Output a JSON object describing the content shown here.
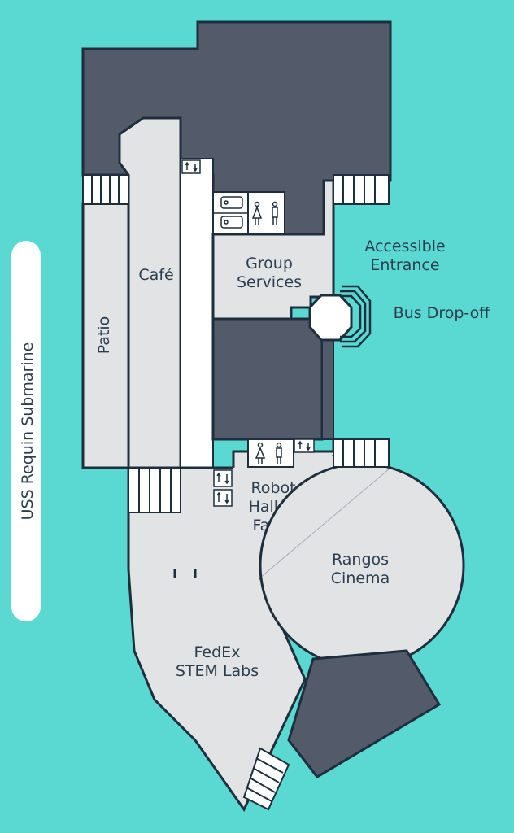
{
  "colors": {
    "water": "#5ad8d2",
    "building_dark": "#535b6a",
    "floor_light": "#e2e3e5",
    "corridor_white": "#ffffff",
    "outline": "#1f2e3d",
    "text": "#2b3e50",
    "submarine": "#ffffff"
  },
  "labels": {
    "submarine": "USS Requin Submarine",
    "patio": "Patio",
    "cafe": "Café",
    "group_services_1": "Group",
    "group_services_2": "Services",
    "accessible_entrance_1": "Accessible",
    "accessible_entrance_2": "Entrance",
    "bus_dropoff": "Bus Drop-off",
    "robot_1": "Robot",
    "robot_2": "Hall of",
    "robot_3": "Fame",
    "rangos_1": "Rangos",
    "rangos_2": "Cinema",
    "fedex_1": "FedEx",
    "fedex_2": "STEM Labs"
  },
  "icons": [
    "restroom-icon",
    "elevator-icon",
    "stairs-icon",
    "family-restroom-icon"
  ]
}
